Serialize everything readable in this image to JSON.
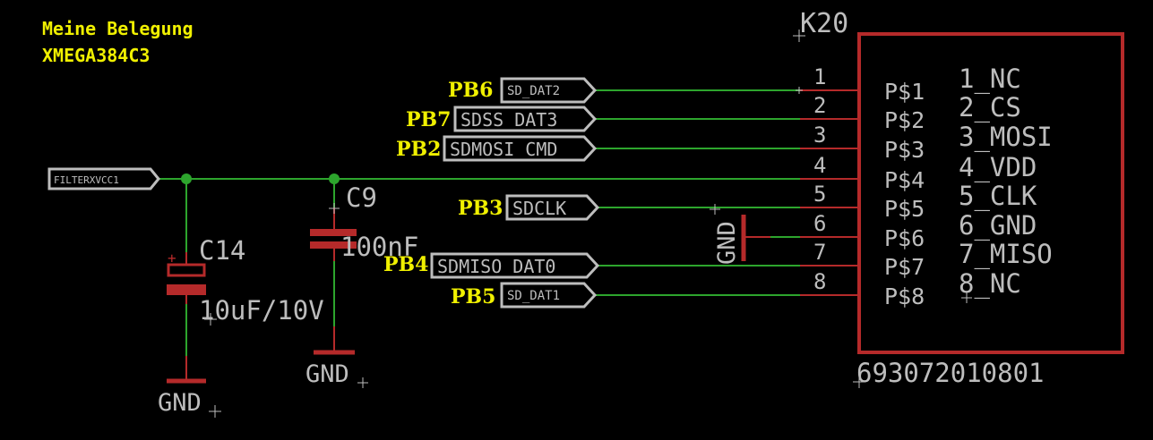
{
  "notes": {
    "line1": "Meine Belegung",
    "line2": "XMEGA384C3"
  },
  "connector": {
    "name": "K20",
    "value": "693072010801",
    "pin_numbers": [
      "1",
      "2",
      "3",
      "4",
      "5",
      "6",
      "7",
      "8"
    ],
    "pads": [
      "P$1",
      "P$2",
      "P$3",
      "P$4",
      "P$5",
      "P$6",
      "P$7",
      "P$8"
    ],
    "functions": [
      "1_NC",
      "2_CS",
      "3_MOSI",
      "4_VDD",
      "5_CLK",
      "6_GND",
      "7_MISO",
      "8_NC"
    ]
  },
  "ports": {
    "filter": "FILTERXVCC1",
    "sd_dat2": "SD_DAT2",
    "sdss_dat3": "SDSS_DAT3",
    "sdmosi_cmd": "SDMOSI_CMD",
    "sdclk": "SDCLK",
    "sdmiso_dat0": "SDMISO_DAT0",
    "sd_dat1": "SD_DAT1"
  },
  "pins_mcu": {
    "pb6": "PB6",
    "pb7": "PB7",
    "pb2": "PB2",
    "pb3": "PB3",
    "pb4": "PB4",
    "pb5": "PB5"
  },
  "c14": {
    "name": "C14",
    "value": "10uF/10V",
    "polarity": "+"
  },
  "c9": {
    "name": "C9",
    "value": "100nF"
  },
  "gnd": "GND",
  "colors": {
    "net": "#2da52d",
    "part": "#b52a2a",
    "label": "#bdbdbd",
    "note": "#f0f000"
  }
}
